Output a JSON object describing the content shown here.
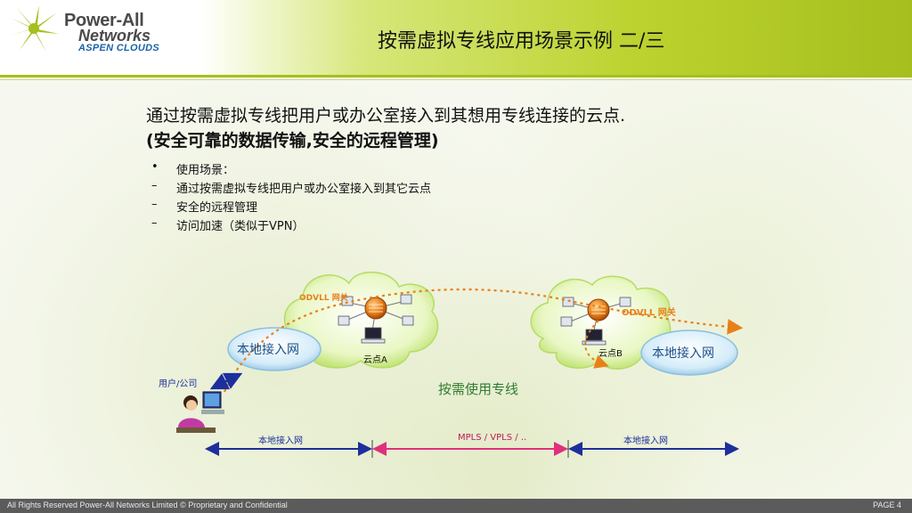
{
  "header": {
    "logo_line1": "Power-All",
    "logo_line2": "Networks",
    "logo_line3": "ASPEN CLOUDS",
    "title": "按需虚拟专线应用场景示例 二/三"
  },
  "content": {
    "headline_line1": "通过按需虚拟专线把用户或办公室接入到其想用专线连接的云点.",
    "headline_line2": "(安全可靠的数据传输,安全的远程管理)",
    "bullets": [
      {
        "marker": "•",
        "text": "使用场景："
      },
      {
        "marker": "–",
        "text": "通过按需虚拟专线把用户或办公室接入到其它云点"
      },
      {
        "marker": "–",
        "text": "安全的远程管理"
      },
      {
        "marker": "–",
        "text": "访问加速（类似于VPN）"
      }
    ]
  },
  "diagram": {
    "gateway_a_label": "ODVLL 网关",
    "gateway_b_label": "ODVLL 网关",
    "cloud_a_label": "云点A",
    "cloud_b_label": "云点B",
    "local_access_left": "本地接入网",
    "local_access_right": "本地接入网",
    "user_label": "用户/公司",
    "service_label": "按需使用专线",
    "segment_left": "本地接入网",
    "segment_middle": "MPLS / VPLS / ..",
    "segment_right": "本地接入网"
  },
  "colors": {
    "accent_green": "#a6bf1e",
    "cloud_green": "#d9f0a0",
    "ellipse_blue": "#cfe9f8",
    "dotted_orange": "#e8801a",
    "segment_blue": "#1c2f9c",
    "segment_pink": "#e0307c"
  },
  "footer": {
    "copyright": "All Rights Reserved Power-All Networks Limited © Proprietary and Confidential",
    "page": "PAGE 4"
  }
}
